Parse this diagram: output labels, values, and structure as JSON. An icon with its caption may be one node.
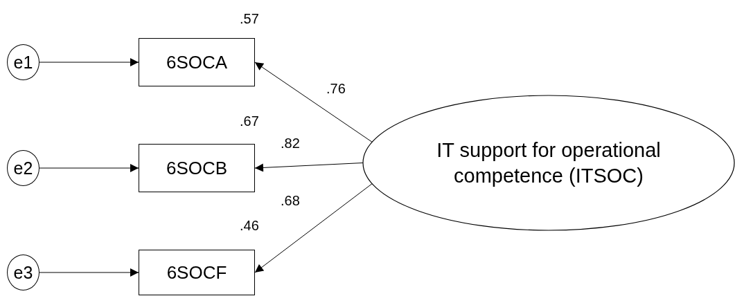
{
  "diagram": {
    "nodes": [
      {
        "text": [
          "e1"
        ]
      },
      {
        "text": [
          "e2"
        ]
      },
      {
        "text": [
          "e3"
        ]
      },
      {
        "text": [
          "6SOCA"
        ],
        "beside": [
          ".57"
        ]
      },
      {
        "text": [
          "6SOCB"
        ],
        "beside": [
          ".67"
        ]
      },
      {
        "text": [
          "6SOCF"
        ],
        "beside": [
          ".46"
        ]
      },
      {
        "text": [
          "IT support for operational competence (ITSOC)"
        ]
      }
    ],
    "edges": [
      {
        "from": 0,
        "to": 3,
        "arrow": "to"
      },
      {
        "from": 1,
        "to": 4,
        "arrow": "to"
      },
      {
        "from": 2,
        "to": 5,
        "arrow": "to"
      },
      {
        "from": 6,
        "to": 3,
        "arrow": "to",
        "label": ".76"
      },
      {
        "from": 6,
        "to": 4,
        "arrow": "to",
        "label": ".82"
      },
      {
        "from": 6,
        "to": 5,
        "arrow": "to",
        "label": ".68"
      }
    ]
  }
}
